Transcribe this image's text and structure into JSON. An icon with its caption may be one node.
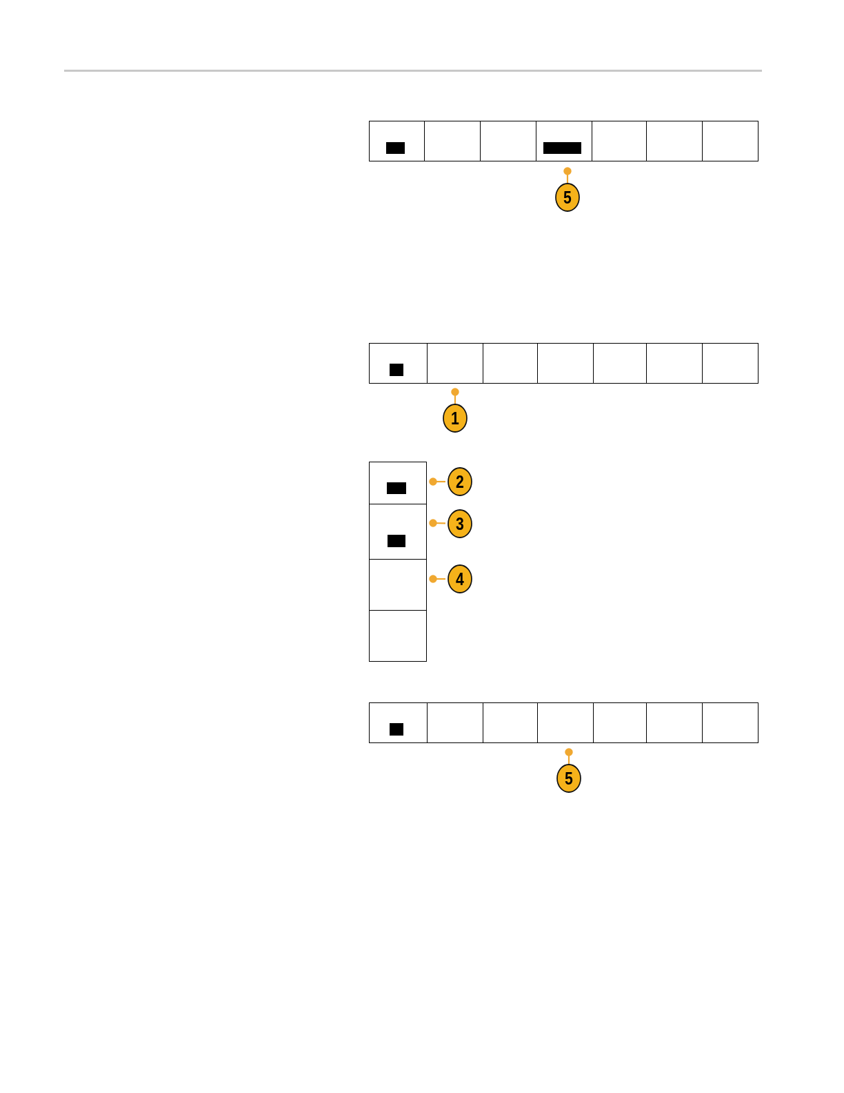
{
  "diagram": {
    "nodes": [
      {
        "text": [
          "5"
        ]
      },
      {
        "text": [
          "1"
        ]
      },
      {
        "text": [
          "2"
        ]
      },
      {
        "text": [
          "3"
        ]
      },
      {
        "text": [
          "4"
        ]
      },
      {
        "text": [
          "5"
        ]
      }
    ],
    "edges": [
      {
        "from": 0,
        "to": null,
        "arrow": "other"
      },
      {
        "from": 1,
        "to": null,
        "arrow": "other"
      },
      {
        "from": 2,
        "to": null,
        "arrow": "other"
      },
      {
        "from": 3,
        "to": null,
        "arrow": "other"
      },
      {
        "from": 4,
        "to": null,
        "arrow": "other"
      },
      {
        "from": 5,
        "to": null,
        "arrow": "other"
      }
    ]
  }
}
